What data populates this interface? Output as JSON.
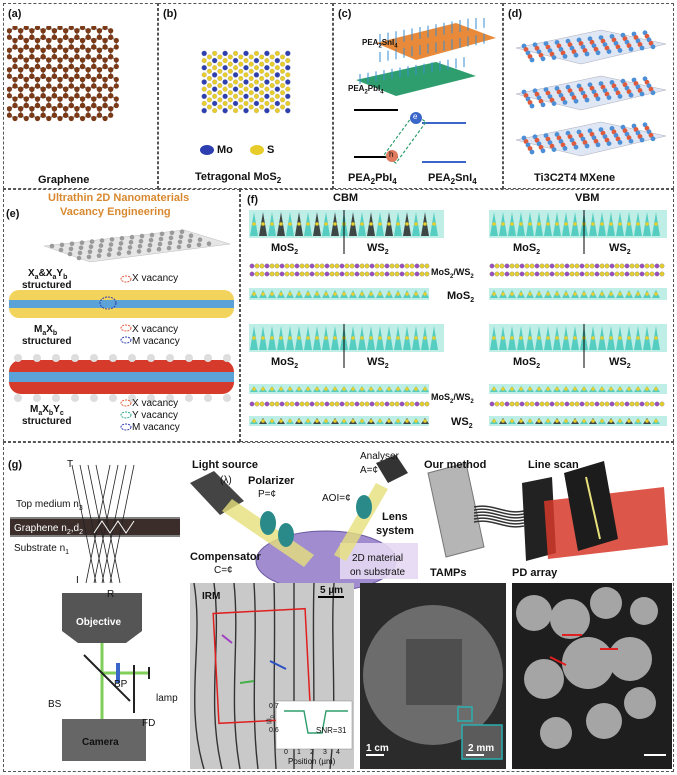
{
  "panel_a": {
    "label": "(a)",
    "caption": "Graphene"
  },
  "panel_b": {
    "label": "(b)",
    "caption": "Tetragonal MoS",
    "caption_sub": "2",
    "legend_mo": "Mo",
    "legend_s": "S"
  },
  "panel_c": {
    "label": "(c)",
    "top_layer": "PEA",
    "top_layer_rest": "SnI",
    "mid_layer": "PEA",
    "mid_layer_rest": "PbI",
    "e_label": "e",
    "h_label": "h",
    "caption_left": "PEA",
    "caption_left_rest": "PbI",
    "caption_right": "PEA",
    "caption_right_rest": "SnI",
    "sub2": "2",
    "sub4": "4"
  },
  "panel_d": {
    "label": "(d)",
    "caption": "Ti3C2T4 MXene"
  },
  "panel_e": {
    "label": "(e)",
    "title1": "Ultrathin 2D Nanomaterials",
    "title2": "Vacancy Engineering",
    "row1_struct": "X",
    "row1_text": "X vacancy",
    "row2_text1": "X vacancy",
    "row2_text2": "M vacancy",
    "row3_text1": "X vacancy",
    "row3_text2": "Y vacancy",
    "row3_text3": "M vacancy",
    "structured": "structured"
  },
  "panel_f": {
    "label": "(f)",
    "cbm": "CBM",
    "vbm": "VBM",
    "mos2": "MoS",
    "ws2": "WS",
    "sub2": "2",
    "mos2ws2": "MoS",
    "hetero_rest": "/WS"
  },
  "panel_g": {
    "label": "(g)",
    "top_medium": "Top medium n",
    "graphene": "Graphene n",
    "substrate": "Substrate n",
    "t_label": "T",
    "i_label": "I",
    "r_label": "R",
    "objective": "Objective",
    "camera": "Camera",
    "bs": "BS",
    "bp": "BP",
    "fd": "FD",
    "lamp": "lamp",
    "light_source": "Light source",
    "lambda": "(λ)",
    "polarizer": "Polarizer",
    "polarizer_val": "P=¢",
    "analyser": "Analyser",
    "analyser_val": "A=¢",
    "aoi": "AOI=¢",
    "lens1": "Lens",
    "lens2": "system",
    "compensator": "Compensator",
    "compensator_val": "C=¢",
    "material1": "2D material",
    "material2": "on substrate",
    "our_method": "Our method",
    "line_scan": "Line scan",
    "tamps": "TAMPs",
    "pd_array": "PD array",
    "irm": "IRM",
    "scale_5um": "5 µm",
    "snr": "SNR=31",
    "position": "Position (µm)",
    "ylab": "I/I",
    "y07": "0.7",
    "y06": "0.6",
    "xticks": [
      "0",
      "1",
      "2",
      "3",
      "4"
    ],
    "scale_1cm": "1 cm",
    "scale_2mm": "2 mm"
  }
}
